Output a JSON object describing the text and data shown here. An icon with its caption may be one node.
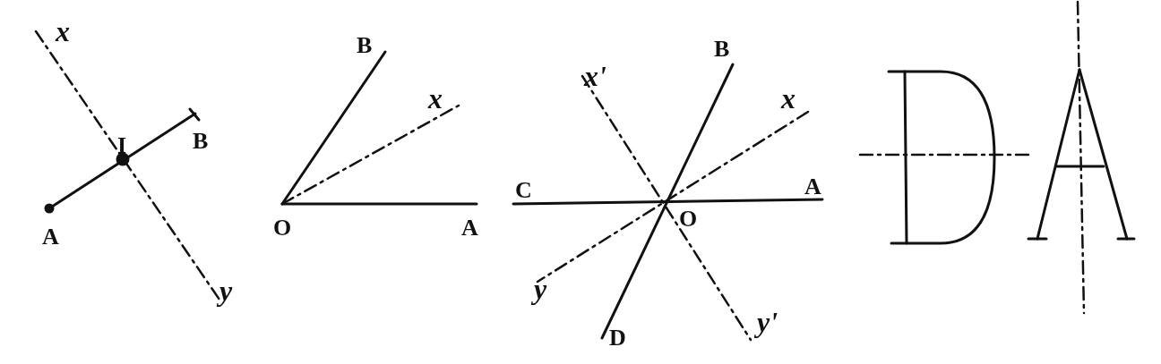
{
  "diagram": {
    "labels": [
      "x",
      "I",
      "B",
      "A",
      "y",
      "B",
      "x",
      "O",
      "A",
      "B",
      "x'",
      "x",
      "C",
      "A",
      "O",
      "y",
      "D",
      "y'"
    ]
  }
}
